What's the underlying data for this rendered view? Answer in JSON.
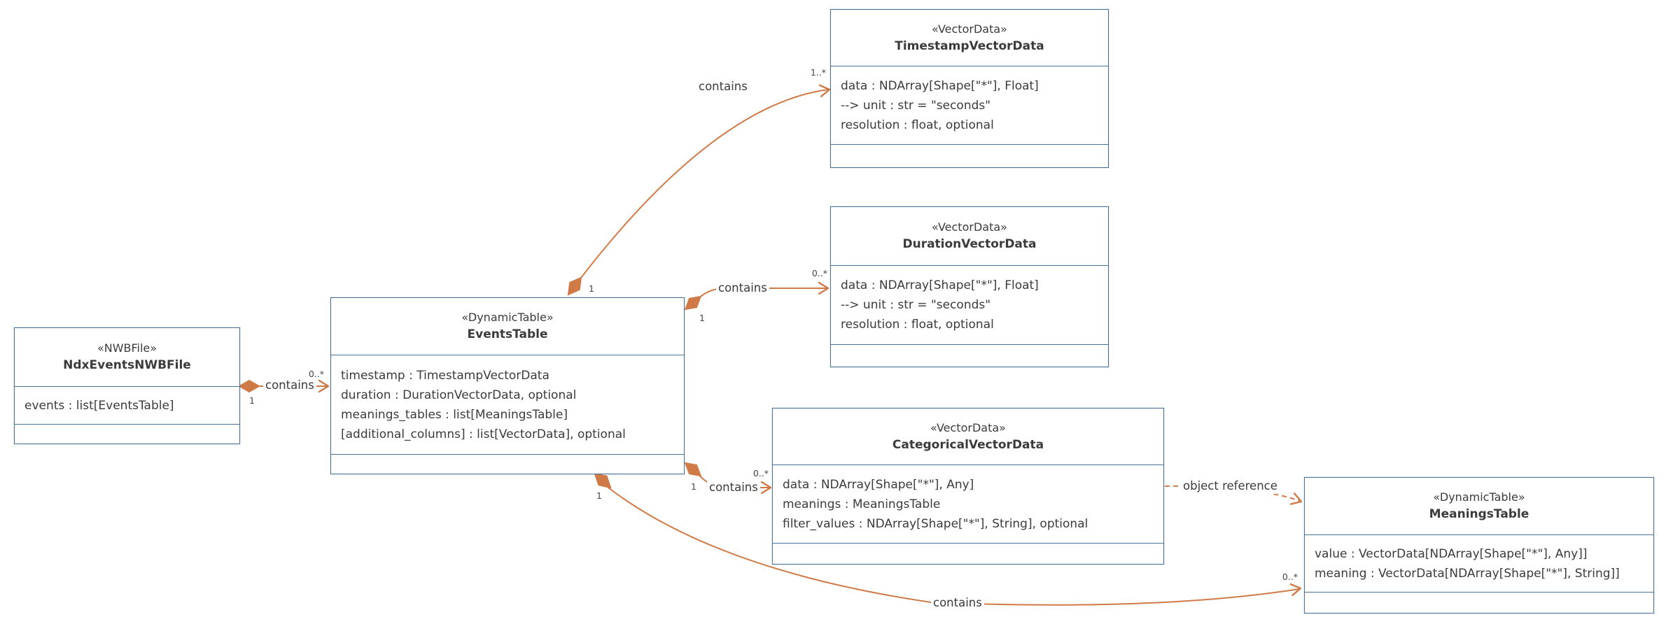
{
  "diagram": {
    "colors": {
      "box_border": "#4a7296",
      "relation_orange": "#d07a47",
      "text": "#3b3b3b",
      "background": "#ffffff"
    },
    "classes": [
      {
        "stereotype": "«NWBFile»",
        "name": "NdxEventsNWBFile",
        "attributes": [
          "events : list[EventsTable]"
        ]
      },
      {
        "stereotype": "«DynamicTable»",
        "name": "EventsTable",
        "attributes": [
          "timestamp : TimestampVectorData",
          "duration : DurationVectorData, optional",
          "meanings_tables : list[MeaningsTable]",
          "[additional_columns] : list[VectorData], optional"
        ]
      },
      {
        "stereotype": "«VectorData»",
        "name": "TimestampVectorData",
        "attributes": [
          "data : NDArray[Shape[\"*\"], Float]",
          "--> unit : str = \"seconds\"",
          "resolution : float, optional"
        ]
      },
      {
        "stereotype": "«VectorData»",
        "name": "DurationVectorData",
        "attributes": [
          "data : NDArray[Shape[\"*\"], Float]",
          "--> unit : str = \"seconds\"",
          "resolution : float, optional"
        ]
      },
      {
        "stereotype": "«VectorData»",
        "name": "CategoricalVectorData",
        "attributes": [
          "data : NDArray[Shape[\"*\"], Any]",
          "meanings : MeaningsTable",
          "filter_values : NDArray[Shape[\"*\"], String], optional"
        ]
      },
      {
        "stereotype": "«DynamicTable»",
        "name": "MeaningsTable",
        "attributes": [
          "value : VectorData[NDArray[Shape[\"*\"], Any]]",
          "meaning : VectorData[NDArray[Shape[\"*\"], String]]"
        ]
      }
    ],
    "edges": [
      {
        "from": "NdxEventsNWBFile",
        "to": "EventsTable",
        "label": "contains",
        "source_multiplicity": "1",
        "target_multiplicity": "0..*"
      },
      {
        "from": "EventsTable",
        "to": "TimestampVectorData",
        "label": "contains",
        "source_multiplicity": "1",
        "target_multiplicity": "1..*"
      },
      {
        "from": "EventsTable",
        "to": "DurationVectorData",
        "label": "contains",
        "source_multiplicity": "1",
        "target_multiplicity": "0..*"
      },
      {
        "from": "EventsTable",
        "to": "CategoricalVectorData",
        "label": "contains",
        "source_multiplicity": "1",
        "target_multiplicity": "0..*"
      },
      {
        "from": "EventsTable",
        "to": "MeaningsTable",
        "label": "contains",
        "source_multiplicity": "1",
        "target_multiplicity": "0..*"
      },
      {
        "from": "CategoricalVectorData",
        "to": "MeaningsTable",
        "label": "object reference",
        "source_multiplicity": "",
        "target_multiplicity": ""
      }
    ]
  }
}
